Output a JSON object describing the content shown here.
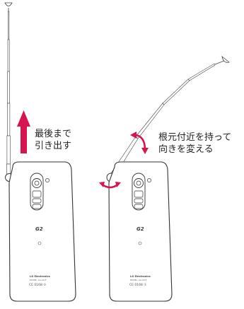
{
  "captions": {
    "extend": {
      "line1": "最後まで",
      "line2": "引き出す"
    },
    "rotate": {
      "line1": "根元付近を持って",
      "line2": "向きを変える"
    }
  },
  "phone": {
    "model_mark": "G2",
    "brand_line1": "LG Electronics",
    "brand_line2": "MODEL: LG-L01F",
    "cert_marks": "CE 0168 ①"
  },
  "colors": {
    "arrow": "#d6154e",
    "phone_edge": "#333333",
    "phone_fill": "#ffffff"
  }
}
